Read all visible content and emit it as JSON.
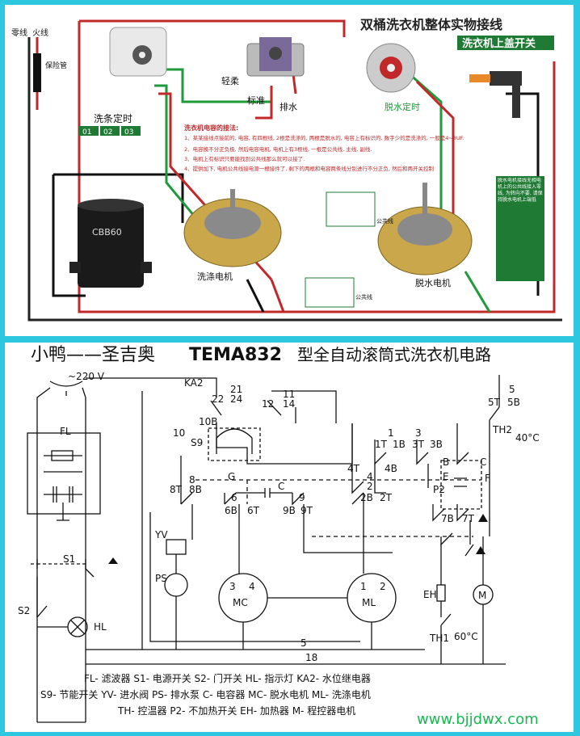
{
  "top": {
    "title": "双桶洗衣机整体实物接线",
    "lid_switch": "洗衣机上盖开关",
    "neutral": "零线",
    "live": "火线",
    "fuse": "保险管",
    "wash_timer": "洗条定时",
    "timer_tags": [
      "01",
      "02",
      "03"
    ],
    "mode_light": "轻柔",
    "mode_standard": "标准",
    "drain": "排水",
    "spin_timer": "脱水定时",
    "capacitor_text": "CBB60",
    "wash_motor": "洗涤电机",
    "spin_motor": "脱水电机",
    "common_wire": "公共线",
    "notes_title": "洗衣机电容的接法:",
    "notes": [
      "1、某某接线点接前的, 电容, 有四根线, 2根是洗涤的, 两根是脱水的, 电容上有标识的, 数字少的是洗涤的, 一般是4~8UF.",
      "2、电容换不分正负极, 然后电容电机, 电机上有3根线, 一根是公共线, 主线, 副线.",
      "3、电机上有标识只要能找到公共线那么就可以接了.",
      "4、提供加下, 电机公共线接电源一根接件了, 剩下的两根和电容两条线分别进行不分正负, 然后和两开关控制"
    ],
    "side_note": "脱水电机接线无相电机上的公共线接入零线, 为转向不要, 请保持脱水电机上端低"
  },
  "bottom": {
    "title_a": "小鸭——圣吉奥",
    "title_model": "TEMA832",
    "title_b": "型全自动滚筒式洗衣机电路",
    "voltage": "~220 V",
    "labels": {
      "KA2": "KA2",
      "n22": "22",
      "n21": "21",
      "n24": "24",
      "n12": "12",
      "n11": "11",
      "n14": "14",
      "n10": "10",
      "n10B": "10B",
      "S9": "S9",
      "G": "G",
      "FL": "FL",
      "n8T": "8T",
      "n8": "8",
      "n8B": "8B",
      "n6": "6",
      "n6B": "6B",
      "n6T": "6T",
      "C": "C",
      "n9": "9",
      "n9B": "9B",
      "n9T": "9T",
      "n1": "1",
      "n1T": "1T",
      "n1B": "1B",
      "n3": "3",
      "n3T": "3T",
      "n3B": "3B",
      "n4T": "4T",
      "n4": "4",
      "n4B": "4B",
      "n2": "2",
      "n2B": "2B",
      "n2T": "2T",
      "n5": "5",
      "n5T": "5T",
      "n5B": "5B",
      "TH2": "TH2",
      "temp40": "40°C",
      "B": "B",
      "Cc": "C",
      "E": "E",
      "F": "F",
      "P2": "P2",
      "n7B": "7B",
      "n7T": "7T",
      "S1": "S1",
      "S2": "S2",
      "HL": "HL",
      "YV": "YV",
      "PS": "PS",
      "mc3": "3",
      "mc4": "4",
      "MC": "MC",
      "ml1": "1",
      "ml2": "2",
      "ML": "ML",
      "w5": "5",
      "w18": "18",
      "EH": "EH",
      "M": "M",
      "TH1": "TH1",
      "temp60": "60°C"
    },
    "legend": [
      "FL- 滤波器   S1- 电源开关   S2- 门开关   HL- 指示灯   KA2- 水位继电器",
      "S9- 节能开关  YV- 进水阀  PS- 排水泵   C- 电容器    MC- 脱水电机  ML- 洗涤电机",
      "TH- 控温器   P2- 不加热开关  EH- 加热器   M- 程控器电机"
    ],
    "website": "www.bjjdwx.com"
  },
  "colors": {
    "frame": "#2dc7e0",
    "wire_red": "#c0282a",
    "wire_green": "#1f9a3a",
    "title_blue": "#1a3fa6",
    "tag_green": "#1f7a34",
    "site": "#17b84f"
  }
}
